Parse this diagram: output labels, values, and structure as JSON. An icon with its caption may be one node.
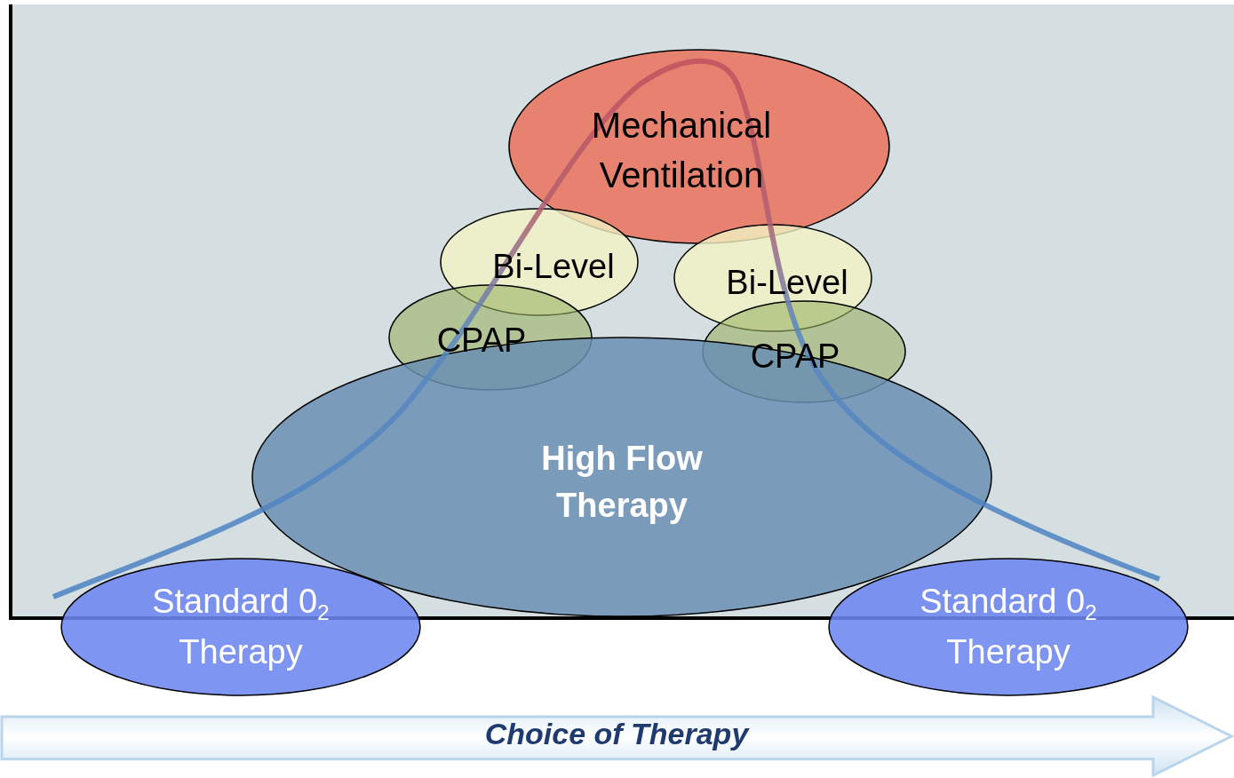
{
  "diagram": {
    "nodes": [
      {
        "text": [
          "Mechanical Ventilation"
        ]
      },
      {
        "text": [
          "Bi-Level"
        ]
      },
      {
        "text": [
          "Bi-Level"
        ]
      },
      {
        "text": [
          "CPAP"
        ]
      },
      {
        "text": [
          "CPAP"
        ]
      },
      {
        "text": [
          "High Flow Therapy"
        ]
      },
      {
        "text": [
          "Standard 0$_{2}$ Therapy"
        ]
      },
      {
        "text": [
          "Standard 0$_{2}$ Therapy"
        ]
      },
      {
        "text": [
          "Choice of Therapy"
        ]
      }
    ]
  }
}
